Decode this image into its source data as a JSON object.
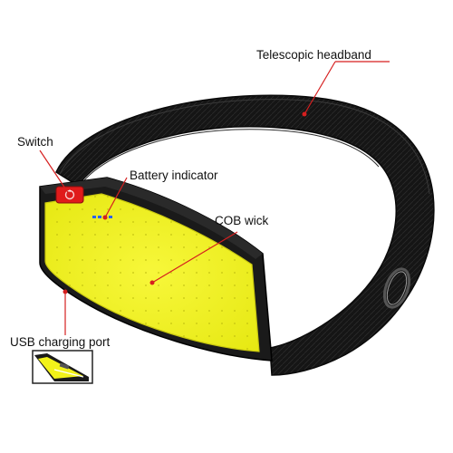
{
  "labels": {
    "headband": "Telescopic headband",
    "switch": "Switch",
    "battery_indicator": "Battery indicator",
    "cob_wick": "COB wick",
    "usb_charging_port": "USB charging port"
  },
  "colors": {
    "callout_line": "#d61f1f",
    "cob_panel": "#f2f21a",
    "cob_panel_edge": "#c9c80f",
    "lamp_body": "#1a1a1a",
    "strap": "#151515",
    "switch_button": "#e01b1b",
    "battery_led": "#2c63ff"
  },
  "icons": {
    "switch": "power-icon",
    "buckle": "ring-buckle-icon"
  }
}
